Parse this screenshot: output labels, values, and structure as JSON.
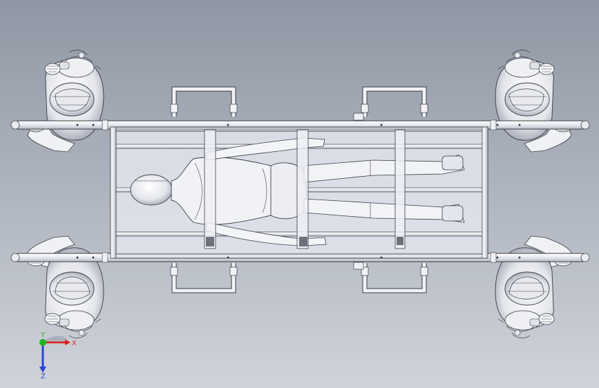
{
  "viewport": {
    "background_top": "#8f97a4",
    "background_bottom": "#cfd3da"
  },
  "model": {
    "part_fill": "#f4f5f9",
    "edge_color": "#3a3d44",
    "shade_color": "#c9ccd6"
  },
  "triad": {
    "x_label": "X",
    "y_label": "Y",
    "z_label": "Z",
    "x_color": "#e0201b",
    "y_color": "#21b321",
    "z_color": "#2646d9"
  }
}
